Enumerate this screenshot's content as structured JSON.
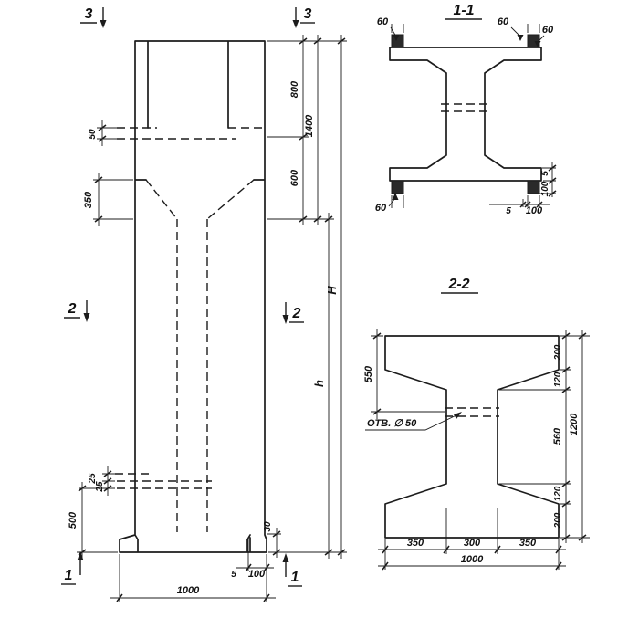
{
  "style": {
    "ink": "#1c1c1c",
    "paper": "#ffffff"
  },
  "elevation": {
    "markers": {
      "top": "3",
      "middle": "2",
      "bottom": "1"
    },
    "dims": {
      "plate_50": "50",
      "taper_350": "350",
      "upper_800": "800",
      "upper_1400": "1400",
      "mid_600": "600",
      "overall_H": "H",
      "lower_h": "h",
      "anchor_25a": "25",
      "anchor_25b": "25",
      "base_500": "500",
      "foot_30": "30",
      "foot_5": "5",
      "foot_100": "100",
      "base_1000": "1000"
    }
  },
  "section1": {
    "title": "1-1",
    "dims": {
      "lip_a": "60",
      "lip_b": "60",
      "lip_c": "60",
      "lip_d": "60",
      "plate_5": "5",
      "lip_100": "100",
      "side_100": "100",
      "side_5": "5"
    }
  },
  "section2": {
    "title": "2-2",
    "hole_label": "ОТВ. ∅ 50",
    "dims": {
      "left_550": "550",
      "t200": "200",
      "t120": "120",
      "web_560": "560",
      "b120": "120",
      "b200": "200",
      "total_1200": "1200",
      "f350a": "350",
      "web_300": "300",
      "f350b": "350",
      "total_1000": "1000"
    }
  }
}
